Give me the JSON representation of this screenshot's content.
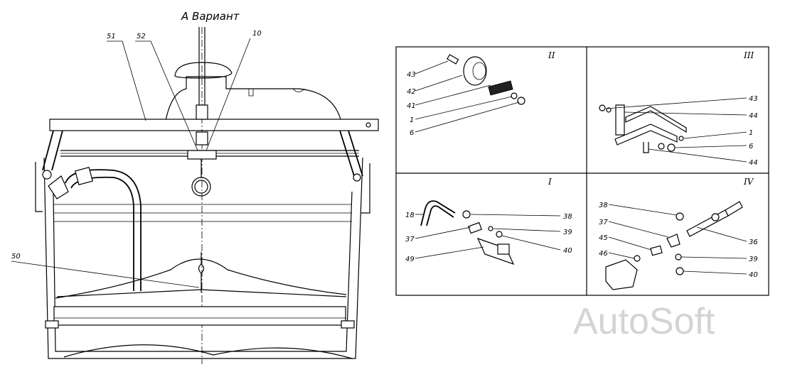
{
  "main_view": {
    "title": "А Вариант",
    "callouts": [
      "51",
      "52",
      "10",
      "50"
    ]
  },
  "panels": [
    {
      "numeral": "II",
      "labels": [
        "43",
        "42",
        "41",
        "1",
        "6"
      ]
    },
    {
      "numeral": "III",
      "labels": [
        "43",
        "44",
        "1",
        "6",
        "44"
      ]
    },
    {
      "numeral": "I",
      "labels": [
        "18",
        "37",
        "49",
        "38",
        "39",
        "40"
      ]
    },
    {
      "numeral": "IV",
      "labels": [
        "38",
        "37",
        "45",
        "46",
        "36",
        "39",
        "40"
      ]
    }
  ],
  "watermark": "AutoSoft"
}
